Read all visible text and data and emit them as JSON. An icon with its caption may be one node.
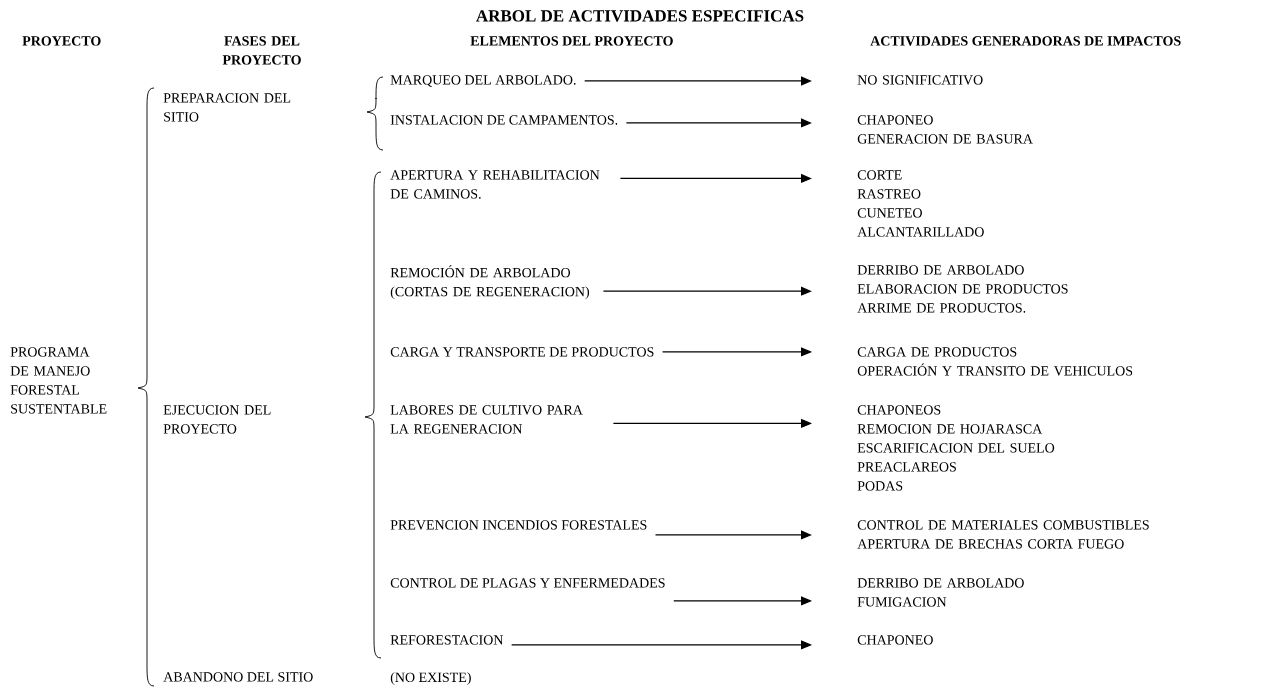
{
  "diagram": {
    "title": "ARBOL DE ACTIVIDADES ESPECIFICAS",
    "nodes": [
      {
        "text": [
          "MARQUEO DEL ARBOLADO."
        ]
      },
      {
        "text": [
          "NO SIGNIFICATIVO"
        ]
      },
      {
        "text": [
          "INSTALACION DE CAMPAMENTOS."
        ]
      },
      {
        "text": [
          "CHAPONEO",
          "GENERACION DE BASURA"
        ]
      },
      {
        "text": [
          "APERTURA Y REHABILITACION DE CAMINOS."
        ]
      },
      {
        "text": [
          "CORTE",
          "RASTREO",
          "CUNETEO",
          "ALCANTARILLADO"
        ]
      },
      {
        "text": [
          "REMOCIÓN DE ARBOLADO (CORTAS DE REGENERACION)"
        ]
      },
      {
        "text": [
          "DERRIBO DE ARBOLADO",
          "ELABORACION DE PRODUCTOS",
          "ARRIME DE PRODUCTOS."
        ]
      },
      {
        "text": [
          "CARGA Y TRANSPORTE DE PRODUCTOS"
        ]
      },
      {
        "text": [
          "CARGA DE PRODUCTOS",
          "OPERACIÓN Y TRANSITO DE VEHICULOS"
        ]
      },
      {
        "text": [
          "LABORES DE CULTIVO PARA LA REGENERACION"
        ]
      },
      {
        "text": [
          "CHAPONEOS",
          "REMOCION DE HOJARASCA",
          "ESCARIFICACION DEL SUELO",
          "PREACLAREOS",
          "PODAS"
        ]
      },
      {
        "text": [
          "PREVENCION INCENDIOS FORESTALES"
        ]
      },
      {
        "text": [
          "CONTROL DE MATERIALES COMBUSTIBLES",
          "APERTURA DE BRECHAS CORTA FUEGO"
        ]
      },
      {
        "text": [
          "CONTROL DE PLAGAS Y ENFERMEDADES"
        ]
      },
      {
        "text": [
          "DERRIBO DE ARBOLADO",
          "FUMIGACION"
        ]
      },
      {
        "text": [
          "REFORESTACION"
        ]
      },
      {
        "text": [
          "CHAPONEO"
        ]
      }
    ],
    "edges": [
      {
        "from": 0,
        "to": 1,
        "arrow": "to"
      },
      {
        "from": 2,
        "to": 3,
        "arrow": "to"
      },
      {
        "from": 4,
        "to": 5,
        "arrow": "to"
      },
      {
        "from": 6,
        "to": 7,
        "arrow": "to"
      },
      {
        "from": 8,
        "to": 9,
        "arrow": "to"
      },
      {
        "from": 10,
        "to": 11,
        "arrow": "to"
      },
      {
        "from": 12,
        "to": 13,
        "arrow": "to"
      },
      {
        "from": 14,
        "to": 15,
        "arrow": "to"
      },
      {
        "from": 16,
        "to": 17,
        "arrow": "to"
      }
    ],
    "labels": [
      "PROYECTO",
      "FASES DEL PROYECTO",
      "ELEMENTOS DEL PROYECTO",
      "ACTIVIDADES GENERADORAS DE IMPACTOS",
      "PREPARACION DEL SITIO",
      "PROGRAMA DE MANEJO FORESTAL SUSTENTABLE",
      "EJECUCION DEL PROYECTO",
      "ABANDONO DEL SITIO",
      "(NO EXISTE)"
    ]
  }
}
